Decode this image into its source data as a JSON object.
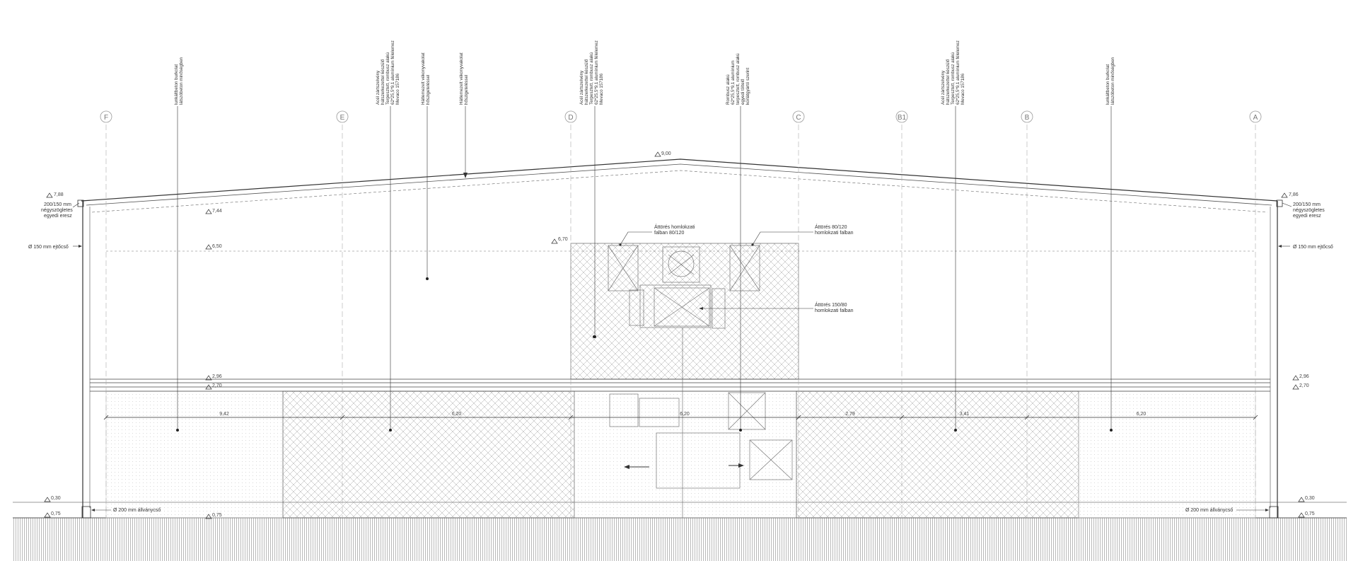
{
  "axes": [
    {
      "id": "F",
      "label": "F"
    },
    {
      "id": "E",
      "label": "E"
    },
    {
      "id": "D",
      "label": "D"
    },
    {
      "id": "C",
      "label": "C"
    },
    {
      "id": "B1",
      "label": "B1"
    },
    {
      "id": "B",
      "label": "B"
    },
    {
      "id": "A",
      "label": "A"
    }
  ],
  "elevations": {
    "ridge": "9,00",
    "eaves_left": "7,88",
    "eaves_right": "7,86",
    "inner_top": "7,44",
    "upper": "6,70",
    "crane": "6,50",
    "beam_top": "2,96",
    "beam_bottom": "2,70",
    "ground_left": "0,30",
    "ground_right": "0,30",
    "base_left": "0,75",
    "base_mid": "0,75",
    "base_right": "0,75"
  },
  "dimensions": [
    "9,42",
    "6,20",
    "6,20",
    "2,79",
    "3,41",
    "6,20"
  ],
  "side_notes": {
    "gutter_left": [
      "200/150 mm",
      "négyszögletes",
      "egyedi eresz"
    ],
    "gutter_right": [
      "200/150 mm",
      "négyszögletes",
      "egyedi eresz"
    ],
    "downpipe_left": "Ø 150 mm ejtőcső",
    "downpipe_right": "Ø 150 mm ejtőcső",
    "standpipe_left": "Ø 200 mm állványcső",
    "standpipe_right": "Ø 200 mm állványcső"
  },
  "opening_notes": {
    "op1": [
      "Áttörés homlokzati",
      "falban 80/120"
    ],
    "op2": [
      "Áttörés 80/120",
      "homlokzati falban"
    ],
    "op3": [
      "Áttörés 150/80",
      "homlokzati falban"
    ]
  },
  "vertical_notes": {
    "v1": [
      "lunkáltbeton burkolat",
      "látszóbeton minőségben"
    ],
    "v2": [
      "Acél zártszelvény",
      "hátszerkezettel készülő",
      "Terpesztett, rombusz alakú",
      "62*25,5*9,1 alumínium félelemez",
      "Mevaco 157186"
    ],
    "v3": [
      "Hátlemezelt vékonyvakolat",
      "hőszigeteléssel"
    ],
    "v4": [
      "Hátlemezelt vékonyvakolat",
      "hőszigeteléssel"
    ],
    "v5": [
      "Acél zártszelvény",
      "hátszerkezettel készülő",
      "Terpesztett, rombusz alakú",
      "62*25,5*9,1 alumínium félelemez",
      "Mevaco 157186"
    ],
    "v6": [
      "Rombusz alakú",
      "62*25,5*9,1 alumínium",
      "terpesztett, rombusz alakú",
      "egyedi töltelő",
      "korlátgyártó szerint"
    ],
    "v7": [
      "Acél zártszelvény",
      "hátszerkezettel készülő",
      "Terpesztett, rombusz alakú",
      "62*25,5*9,1 alumínium félelemez",
      "Mevaco 157186"
    ],
    "v8": [
      "lunkáltbeton burkolat",
      "látszóbeton minőségben"
    ]
  }
}
